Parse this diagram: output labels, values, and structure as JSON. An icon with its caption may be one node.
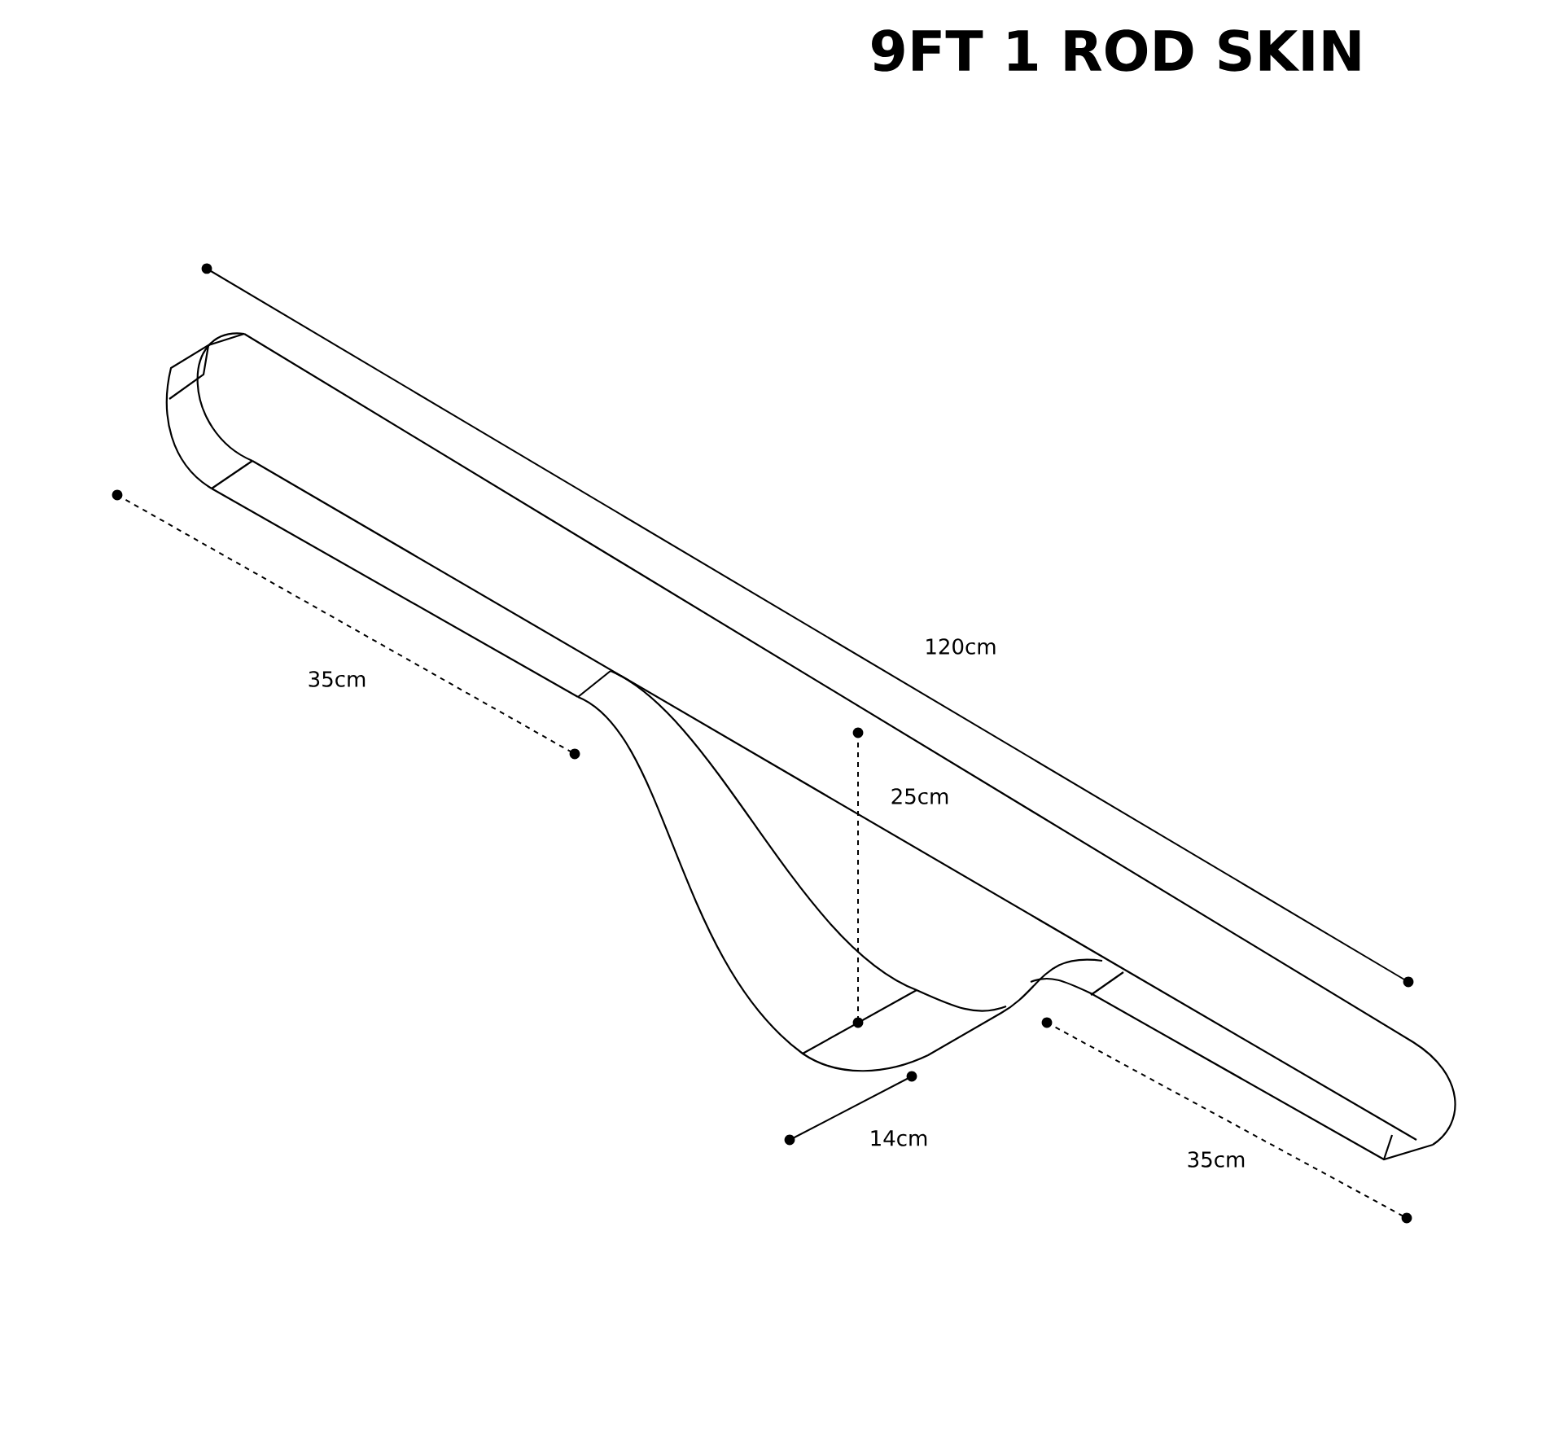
{
  "diagram": {
    "title": "9FT 1 ROD SKIN",
    "labels": [
      "120cm",
      "35cm",
      "25cm",
      "14cm",
      "35cm"
    ]
  }
}
